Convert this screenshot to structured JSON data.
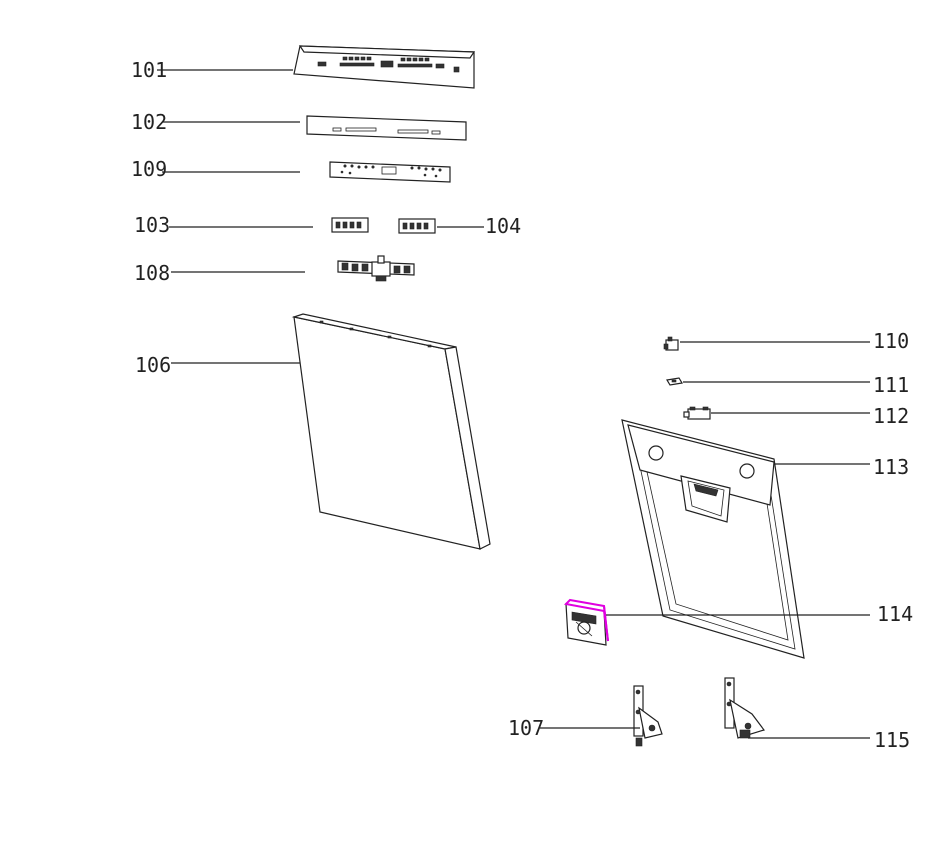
{
  "labels": {
    "p101": "101",
    "p102": "102",
    "p109": "109",
    "p103": "103",
    "p104": "104",
    "p108": "108",
    "p106": "106",
    "p110": "110",
    "p111": "111",
    "p112": "112",
    "p113": "113",
    "p114": "114",
    "p107": "107",
    "p115": "115"
  },
  "colors": {
    "line": "#222222",
    "highlight": "#e000e0",
    "background": "#ffffff"
  }
}
